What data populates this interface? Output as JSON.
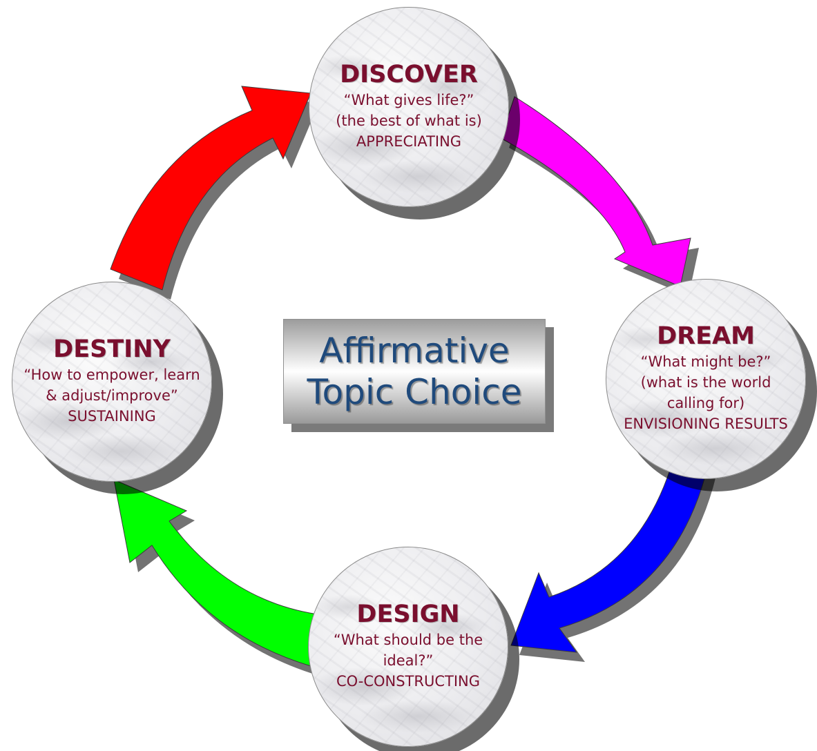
{
  "center": {
    "line1": "Affirmative",
    "line2": "Topic Choice"
  },
  "stages": {
    "discover": {
      "title": "DISCOVER",
      "line1": "“What gives life?”",
      "line2": "(the best of what is)",
      "line3": "APPRECIATING"
    },
    "dream": {
      "title": "DREAM",
      "line1": "“What might be?”",
      "line2": "(what is the world",
      "line3": "calling for)",
      "line4": "ENVISIONING RESULTS"
    },
    "design": {
      "title": "DESIGN",
      "line1": "“What should be the",
      "line2": "ideal?”",
      "line3": "CO-CONSTRUCTING"
    },
    "destiny": {
      "title": "DESTINY",
      "line1": "“How to empower, learn",
      "line2": "& adjust/improve”",
      "line3": "SUSTAINING"
    }
  },
  "arrows": [
    {
      "from": "discover",
      "to": "dream",
      "color": "#ff00ff"
    },
    {
      "from": "dream",
      "to": "design",
      "color": "#0000ff"
    },
    {
      "from": "design",
      "to": "destiny",
      "color": "#00ff00"
    },
    {
      "from": "destiny",
      "to": "discover",
      "color": "#ff0000"
    }
  ],
  "colors": {
    "stage_text": "#7a0f2e",
    "center_text": "#1f4a7c"
  }
}
